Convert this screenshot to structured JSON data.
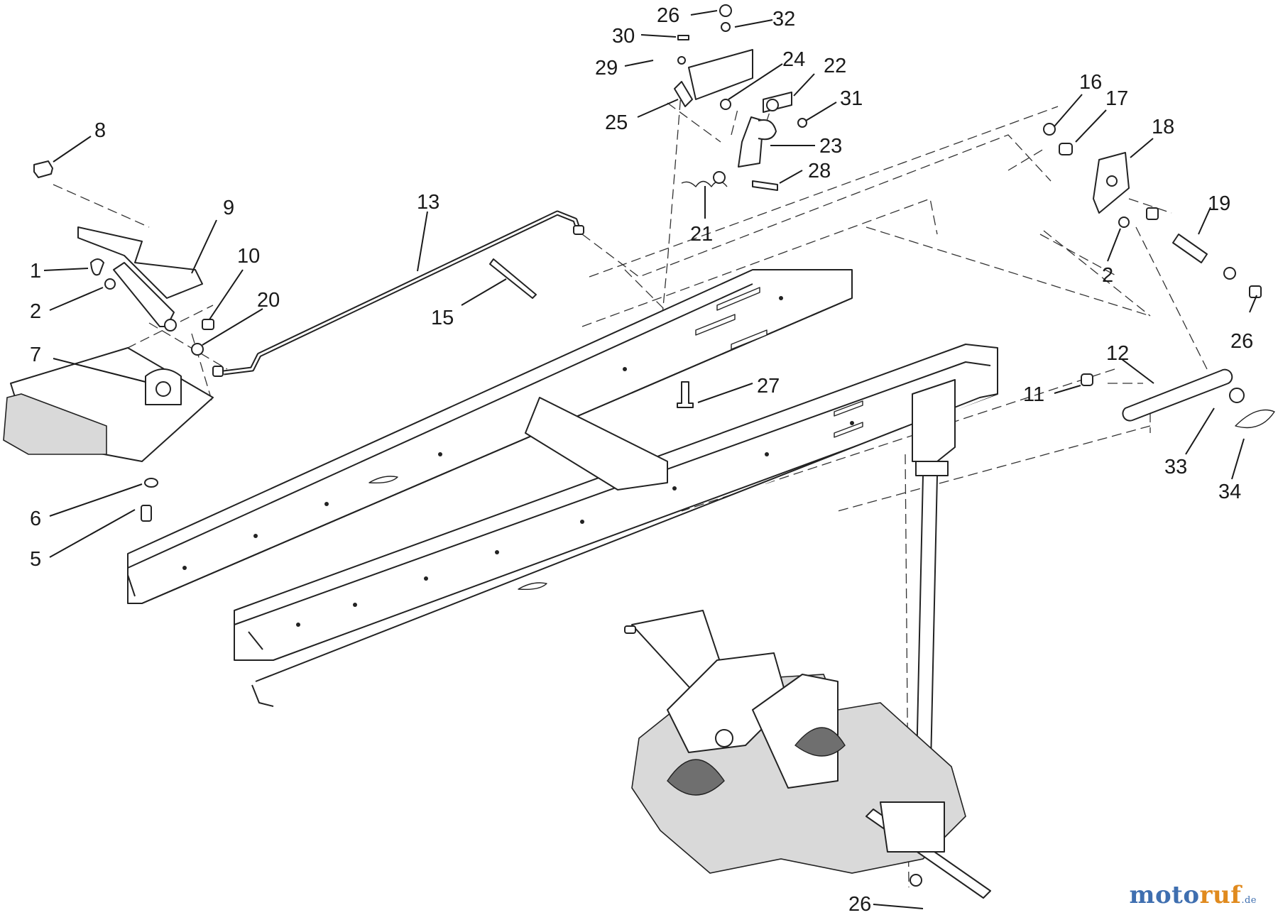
{
  "watermark": {
    "part_a": "moto",
    "part_b": "ruf",
    "tld": ".de"
  },
  "callouts": [
    {
      "label": "1"
    },
    {
      "label": "2"
    },
    {
      "label": "2"
    },
    {
      "label": "5"
    },
    {
      "label": "6"
    },
    {
      "label": "7"
    },
    {
      "label": "8"
    },
    {
      "label": "9"
    },
    {
      "label": "10"
    },
    {
      "label": "11"
    },
    {
      "label": "12"
    },
    {
      "label": "13"
    },
    {
      "label": "15"
    },
    {
      "label": "16"
    },
    {
      "label": "17"
    },
    {
      "label": "18"
    },
    {
      "label": "19"
    },
    {
      "label": "20"
    },
    {
      "label": "21"
    },
    {
      "label": "22"
    },
    {
      "label": "23"
    },
    {
      "label": "24"
    },
    {
      "label": "25"
    },
    {
      "label": "26"
    },
    {
      "label": "26"
    },
    {
      "label": "26"
    },
    {
      "label": "27"
    },
    {
      "label": "28"
    },
    {
      "label": "29"
    },
    {
      "label": "30"
    },
    {
      "label": "31"
    },
    {
      "label": "32"
    },
    {
      "label": "33"
    },
    {
      "label": "34"
    }
  ]
}
